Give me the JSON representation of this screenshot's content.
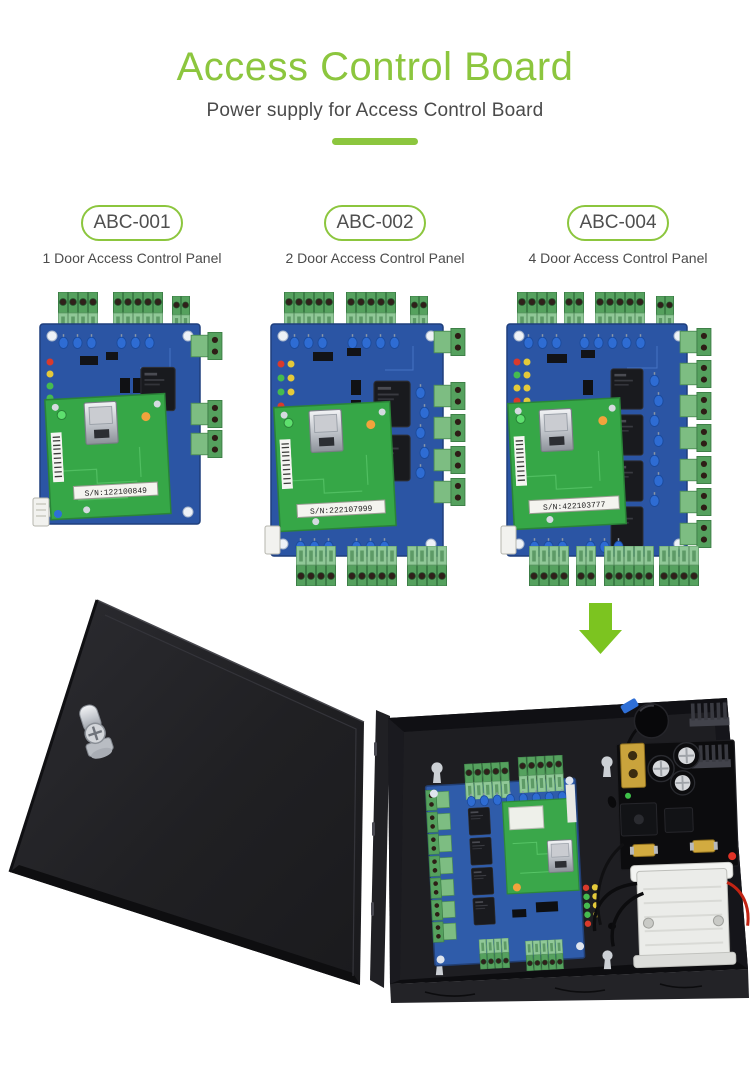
{
  "header": {
    "title": "Access Control Board",
    "subtitle": "Power supply for Access Control Board"
  },
  "products": [
    {
      "model": "ABC-001",
      "label": "1 Door Access Control Panel",
      "serial": "S/N:122100849"
    },
    {
      "model": "ABC-002",
      "label": "2 Door Access Control Panel",
      "serial": "S/N:222107999"
    },
    {
      "model": "ABC-004",
      "label": "4 Door Access Control Panel",
      "serial": "S/N:422103777"
    }
  ],
  "icons": {
    "flow_arrow": "down-arrow-icon"
  },
  "colors": {
    "accent": "#8cc63e",
    "arrow_green": "#7cc420",
    "text": "#4a4a4a",
    "pcb_blue": "#2b55a4",
    "board_green": "#36a747",
    "terminal_green": "#55a15e",
    "enclosure_black": "#1c1c1f"
  }
}
